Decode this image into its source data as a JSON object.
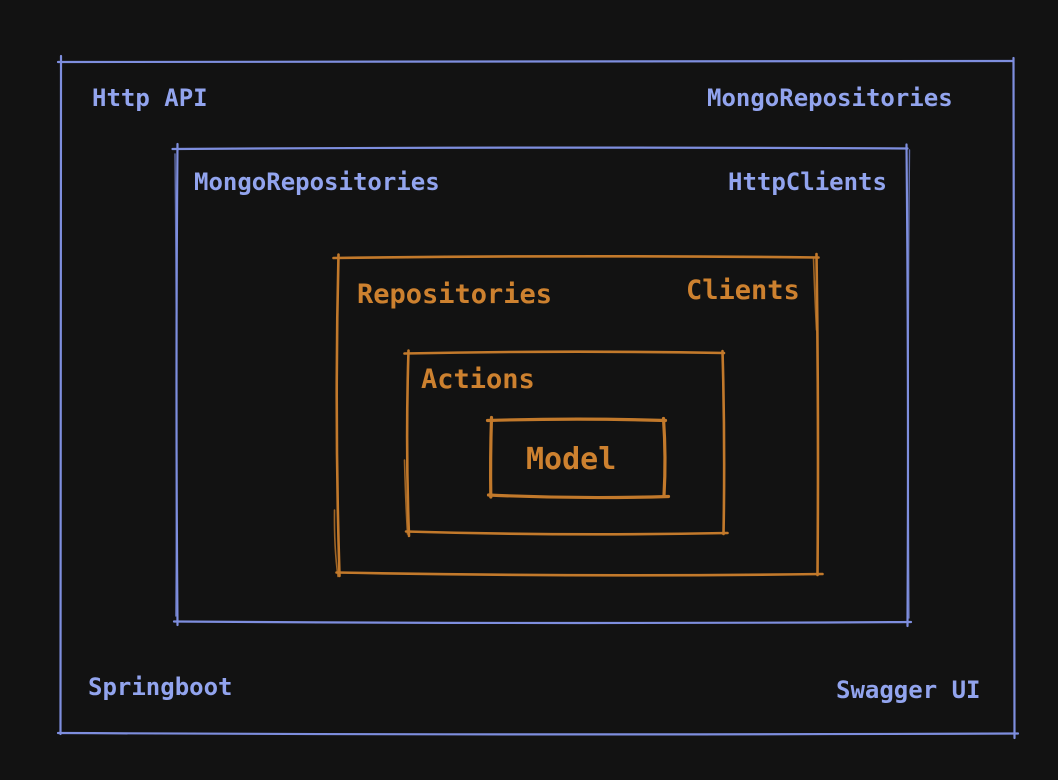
{
  "diagram": {
    "title_semantic": "nested-architecture-diagram",
    "outer_layer": {
      "top_left_label": "Http API",
      "top_right_label": "MongoRepositories",
      "bottom_left_label": "Springboot",
      "bottom_right_label": "Swagger UI"
    },
    "infrastructure_layer": {
      "top_left_label": "MongoRepositories",
      "top_right_label": "HttpClients"
    },
    "interfaces_layer": {
      "top_left_label": "Repositories",
      "top_right_label": "Clients"
    },
    "application_layer": {
      "label": "Actions"
    },
    "core_layer": {
      "label": "Model"
    },
    "colors": {
      "background": "#121212",
      "blue_text": "#92a4ee",
      "blue_border": "#7e8ede",
      "orange_text": "#cd812f",
      "orange_border": "#c2792b"
    }
  }
}
